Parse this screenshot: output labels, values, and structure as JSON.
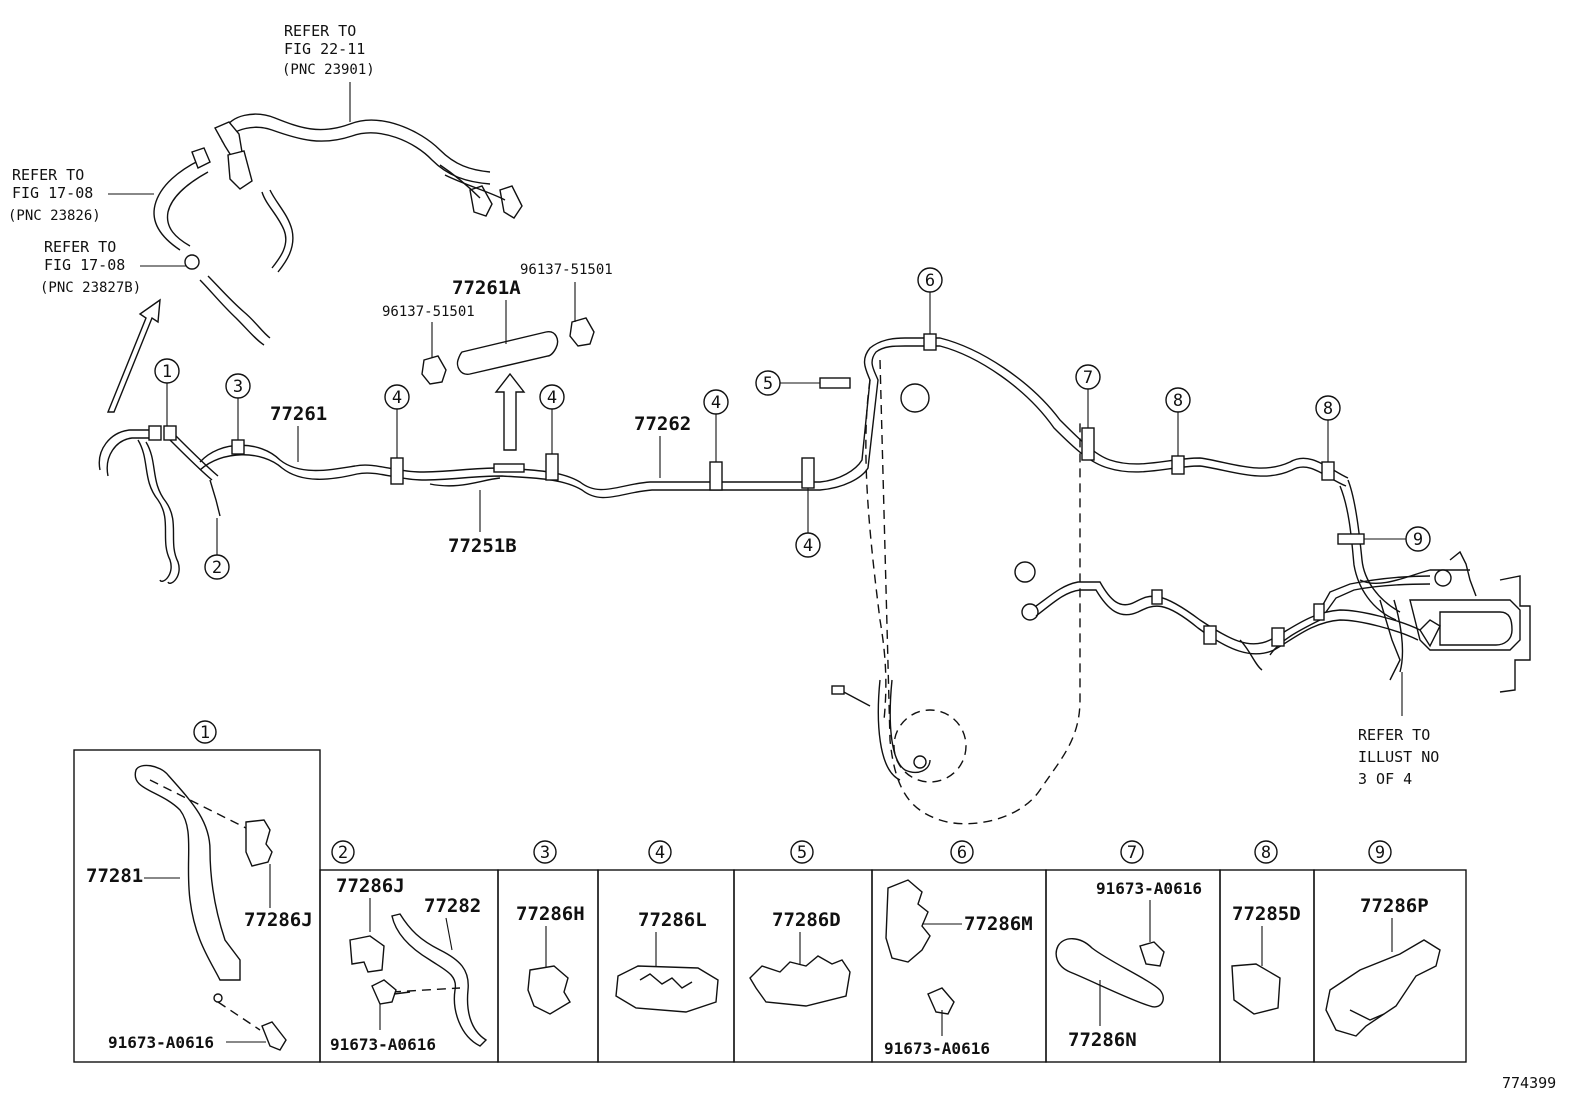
{
  "refs": {
    "fig22": {
      "line1": "REFER TO",
      "line2": "FIG 22-11",
      "pnc": "(PNC 23901)"
    },
    "fig17a": {
      "line1": "REFER TO",
      "line2": "FIG 17-08",
      "pnc": "(PNC 23826)"
    },
    "fig17b": {
      "line1": "REFER TO",
      "line2": "FIG 17-08",
      "pnc": "(PNC 23827B)"
    },
    "illust": {
      "line1": "REFER TO",
      "line2": "ILLUST NO",
      "line3": "3 OF 4"
    }
  },
  "main_labels": {
    "p77261": "77261",
    "p77261A": "77261A",
    "p96137_left": "96137-51501",
    "p96137_right": "96137-51501",
    "p77262": "77262",
    "p77251B": "77251B"
  },
  "callouts": {
    "c1": "1",
    "c2": "2",
    "c3": "3",
    "c4a": "4",
    "c4b": "4",
    "c4c": "4",
    "c4d": "4",
    "c5": "5",
    "c6": "6",
    "c7": "7",
    "c8a": "8",
    "c8b": "8",
    "c9": "9"
  },
  "detail_boxes": {
    "b1": {
      "num": "1",
      "p1": "77281",
      "p2": "77286J",
      "p3": "91673-A0616"
    },
    "b2": {
      "num": "2",
      "p1": "77286J",
      "p2": "77282",
      "p3": "91673-A0616"
    },
    "b3": {
      "num": "3",
      "p1": "77286H"
    },
    "b4": {
      "num": "4",
      "p1": "77286L"
    },
    "b5": {
      "num": "5",
      "p1": "77286D"
    },
    "b6": {
      "num": "6",
      "p1": "77286M",
      "p2": "91673-A0616"
    },
    "b7": {
      "num": "7",
      "p1": "91673-A0616",
      "p2": "77286N"
    },
    "b8": {
      "num": "8",
      "p1": "77285D"
    },
    "b9": {
      "num": "9",
      "p1": "77286P"
    }
  },
  "figure_id": "774399"
}
